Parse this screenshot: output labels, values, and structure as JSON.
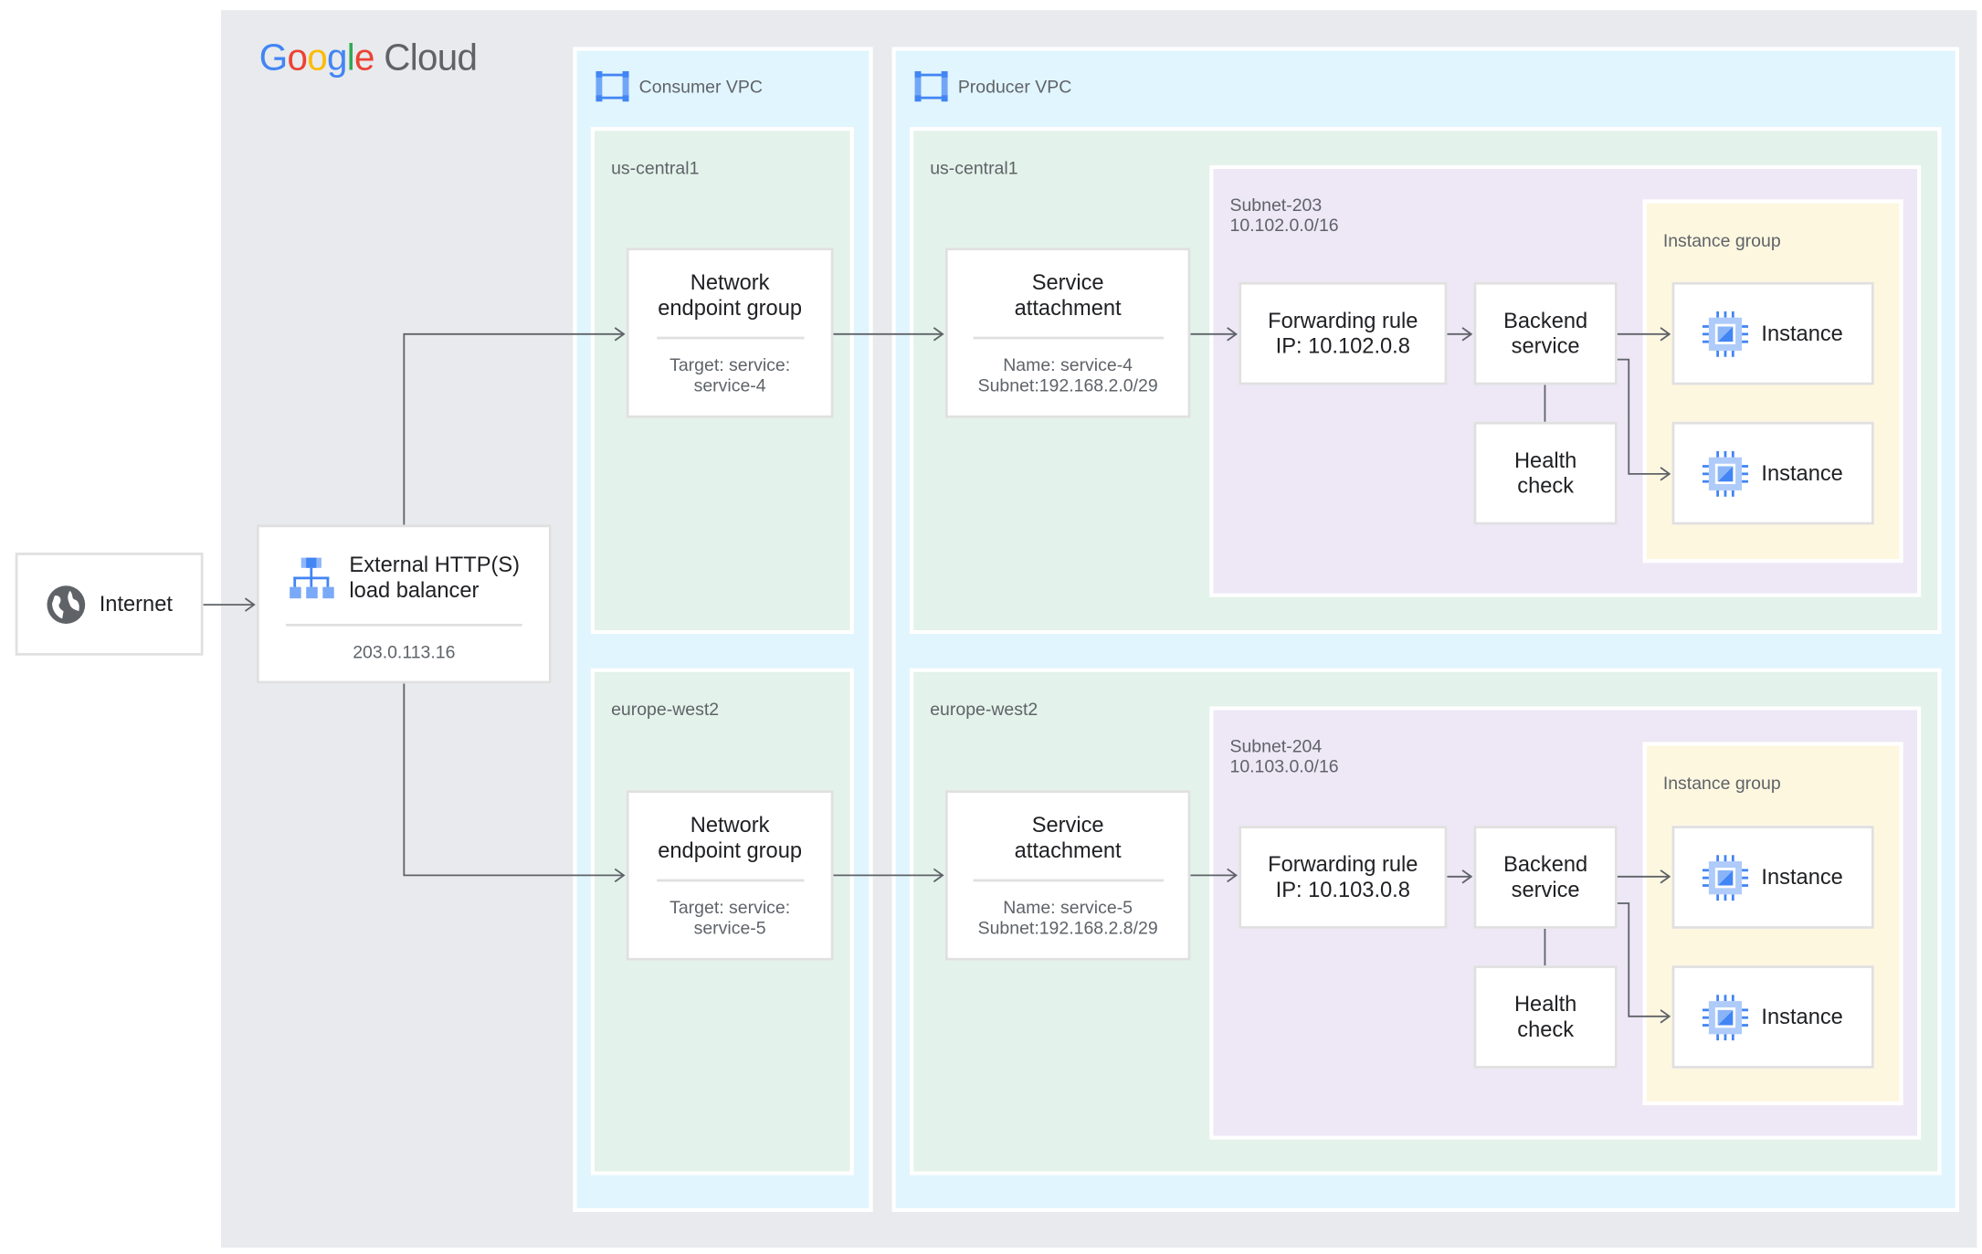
{
  "logo": {
    "text": "Google Cloud",
    "google": "Google",
    "cloud": "Cloud"
  },
  "colors": {
    "background": "#e8eaed",
    "vpc": "#e1f5fe",
    "region": "#e3f2ea",
    "subnet": "#ede7f6",
    "instance_group": "#fef7e0",
    "accent": "#4285f4",
    "line": "#5f6368"
  },
  "internet": {
    "label": "Internet",
    "icon": "globe-icon"
  },
  "load_balancer": {
    "title": "External HTTP(S) load balancer",
    "line1": "External HTTP(S)",
    "line2": "load balancer",
    "ip": "203.0.113.16",
    "icon": "load-balancer-icon"
  },
  "consumer_vpc": {
    "label": "Consumer VPC",
    "regions": [
      {
        "name": "us-central1",
        "neg": {
          "line1": "Network",
          "line2": "endpoint group",
          "target1": "Target: service:",
          "target2": "service-4"
        }
      },
      {
        "name": "europe-west2",
        "neg": {
          "line1": "Network",
          "line2": "endpoint group",
          "target1": "Target: service:",
          "target2": "service-5"
        }
      }
    ]
  },
  "producer_vpc": {
    "label": "Producer VPC",
    "regions": [
      {
        "name": "us-central1",
        "service_attachment": {
          "line1": "Service",
          "line2": "attachment",
          "name": "Name: service-4",
          "subnet": "Subnet:192.168.2.0/29"
        },
        "subnet": {
          "name": "Subnet-203",
          "cidr": "10.102.0.0/16"
        },
        "forwarding_rule": {
          "line1": "Forwarding rule",
          "line2": "IP: 10.102.0.8"
        },
        "backend_service": {
          "line1": "Backend",
          "line2": "service"
        },
        "health_check": {
          "line1": "Health",
          "line2": "check"
        },
        "instance_group": {
          "label": "Instance group",
          "instances": [
            "Instance",
            "Instance"
          ]
        }
      },
      {
        "name": "europe-west2",
        "service_attachment": {
          "line1": "Service",
          "line2": "attachment",
          "name": "Name: service-5",
          "subnet": "Subnet:192.168.2.8/29"
        },
        "subnet": {
          "name": "Subnet-204",
          "cidr": "10.103.0.0/16"
        },
        "forwarding_rule": {
          "line1": "Forwarding rule",
          "line2": "IP: 10.103.0.8"
        },
        "backend_service": {
          "line1": "Backend",
          "line2": "service"
        },
        "health_check": {
          "line1": "Health",
          "line2": "check"
        },
        "instance_group": {
          "label": "Instance group",
          "instances": [
            "Instance",
            "Instance"
          ]
        }
      }
    ]
  }
}
